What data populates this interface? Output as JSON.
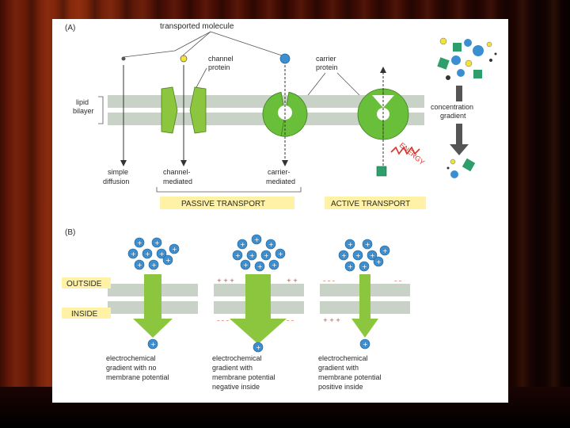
{
  "panel_a": {
    "label": "(A)",
    "transported_molecule": "transported molecule",
    "channel_protein": [
      "channel",
      "protein"
    ],
    "carrier_protein": [
      "carrier",
      "protein"
    ],
    "lipid_bilayer": [
      "lipid",
      "bilayer"
    ],
    "concentration_gradient": [
      "concentration",
      "gradient"
    ],
    "energy": "ENERGY",
    "simple_diffusion": [
      "simple",
      "diffusion"
    ],
    "channel_mediated": [
      "channel-",
      "mediated"
    ],
    "carrier_mediated": [
      "carrier-",
      "mediated"
    ],
    "passive_transport": "PASSIVE TRANSPORT",
    "active_transport": "ACTIVE TRANSPORT"
  },
  "panel_b": {
    "label": "(B)",
    "outside": "OUTSIDE",
    "inside": "INSIDE",
    "captions": [
      [
        "electrochemical",
        "gradient with no",
        "membrane potential"
      ],
      [
        "electrochemical",
        "gradient with",
        "membrane potential",
        "negative inside"
      ],
      [
        "electrochemical",
        "gradient with",
        "membrane potential",
        "positive inside"
      ]
    ]
  },
  "colors": {
    "membrane": "#c9d2c7",
    "arrow_green": "#8cc63f",
    "ion_blue": "#3b8fd1",
    "label_yellow": "#fff2a6",
    "protein_green": "#6abf3a",
    "dark_arrow": "#555555",
    "energy_red": "#d9342b"
  }
}
